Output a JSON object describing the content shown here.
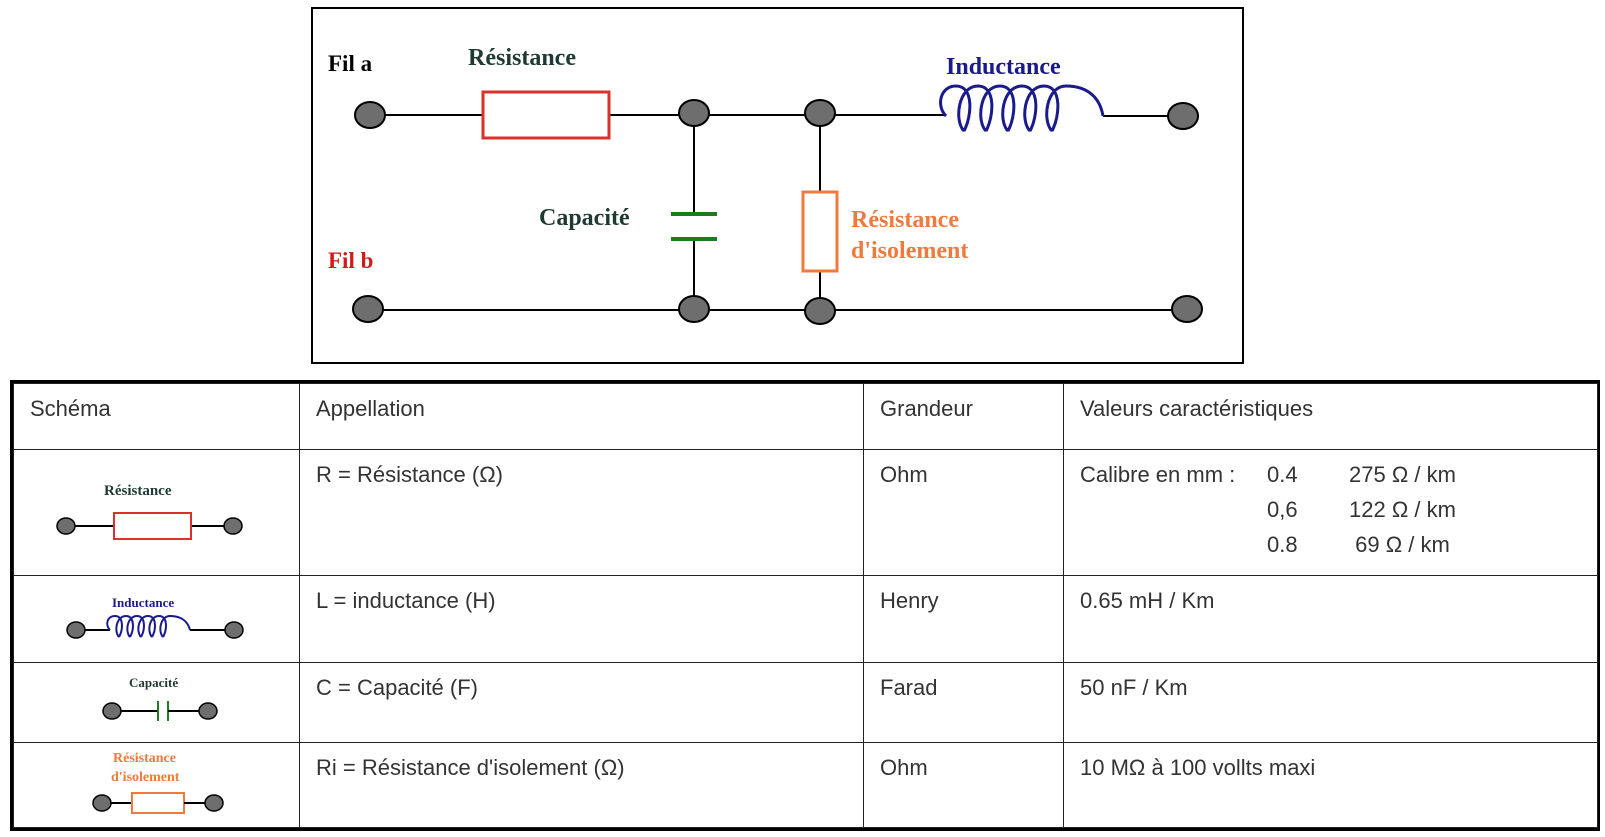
{
  "diagram": {
    "labels": {
      "fil_a": "Fil a",
      "fil_b": "Fil b",
      "resistance": "Résistance",
      "inductance": "Inductance",
      "capacite": "Capacité",
      "resistance_isolement_l1": "Résistance",
      "resistance_isolement_l2": "d'isolement"
    }
  },
  "colors": {
    "resistance": "#d9322a",
    "inductance": "#1a1a8c",
    "capacite": "#1e7a1e",
    "isolement": "#f07a3c",
    "fil_b": "#d11a1a",
    "text_dark": "#1e3a32",
    "node": "#6e6e6e"
  },
  "table": {
    "headers": [
      "Schéma",
      "Appellation",
      "Grandeur",
      "Valeurs caractéristiques"
    ],
    "rows": [
      {
        "schema_label": "Résistance",
        "appellation": "R = Résistance (Ω)",
        "grandeur": "Ohm",
        "valeurs": {
          "calibre_label": "Calibre en mm :",
          "entries": [
            {
              "mm": "0.4",
              "value": "275 Ω / km"
            },
            {
              "mm": "0,6",
              "value": "122 Ω / km"
            },
            {
              "mm": "0.8",
              "value": " 69 Ω / km"
            }
          ]
        }
      },
      {
        "schema_label": "Inductance",
        "appellation": "L = inductance (H)",
        "grandeur": "Henry",
        "valeurs": "0.65 mH / Km"
      },
      {
        "schema_label": "Capacité",
        "appellation": "C = Capacité  (F)",
        "grandeur": "Farad",
        "valeurs": "50 nF / Km"
      },
      {
        "schema_label_l1": "Résistance",
        "schema_label_l2": "d'isolement",
        "appellation": "Ri = Résistance d'isolement (Ω)",
        "grandeur": "Ohm",
        "valeurs": "10 MΩ à 100 vollts maxi"
      }
    ]
  }
}
